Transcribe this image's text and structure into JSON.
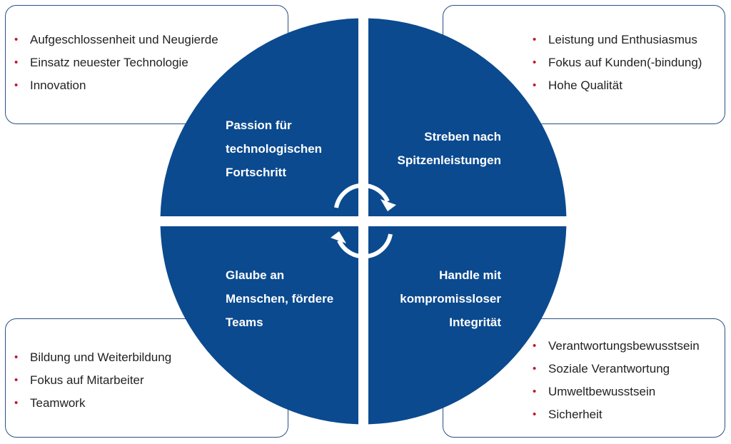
{
  "colors": {
    "quadrant": "#0b4a8f",
    "bullet": "#c0182b",
    "box_border": "#2b4f86"
  },
  "quadrants": {
    "top_left": {
      "label": [
        "Passion für",
        "technologischen",
        "Fortschritt"
      ]
    },
    "top_right": {
      "label": [
        "Streben nach",
        "Spitzenleistungen"
      ]
    },
    "bottom_left": {
      "label": [
        "Glaube an",
        "Menschen, fördere",
        "Teams"
      ]
    },
    "bottom_right": {
      "label": [
        "Handle mit",
        "kompromissloser",
        "Integrität"
      ]
    }
  },
  "boxes": {
    "top_left": {
      "items": [
        "Aufgeschlossenheit  und Neugierde",
        "Einsatz neuester Technologie",
        "Innovation"
      ]
    },
    "top_right": {
      "items": [
        "Leistung und Enthusiasmus",
        "Fokus auf Kunden(-bindung)",
        "Hohe Qualität"
      ]
    },
    "bottom_left": {
      "items": [
        "Bildung und Weiterbildung",
        "Fokus auf Mitarbeiter",
        "Teamwork"
      ]
    },
    "bottom_right": {
      "items": [
        "Verantwortungsbewusstsein",
        "Soziale Verantwortung",
        "Umweltbewusstsein",
        "Sicherheit"
      ]
    }
  },
  "icons": {
    "center": "cycle-arrows-icon",
    "bullet": "bullet-dot-icon"
  }
}
